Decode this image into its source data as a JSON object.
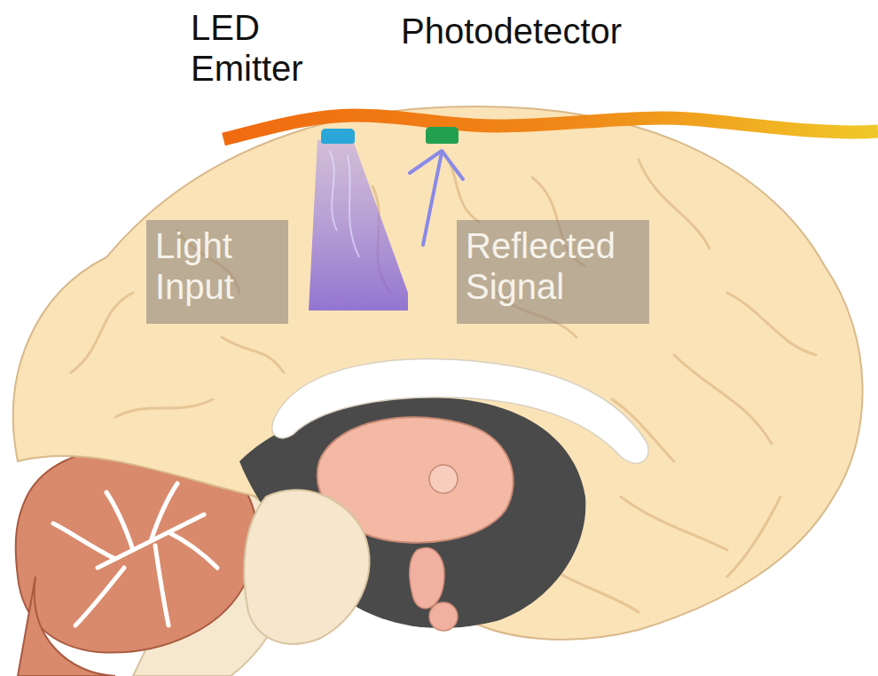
{
  "diagram": {
    "nodes": [
      {
        "text": [
          "LED Emitter"
        ]
      },
      {
        "text": [
          "Photodetector"
        ]
      },
      {
        "text": [
          "Light Input"
        ]
      },
      {
        "text": [
          "Reflected Signal"
        ]
      }
    ]
  }
}
